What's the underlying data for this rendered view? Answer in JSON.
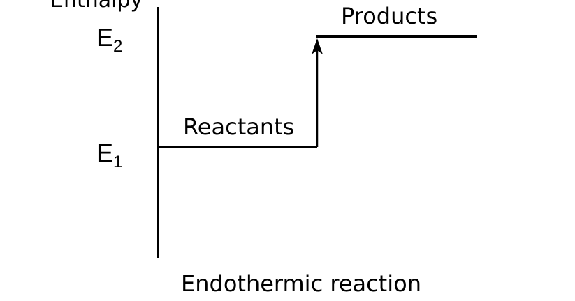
{
  "axis": {
    "title": "Enthalpy"
  },
  "levels": {
    "upper": {
      "symbol": "E",
      "subscript": "2",
      "label": "Products"
    },
    "lower": {
      "symbol": "E",
      "subscript": "1",
      "label": "Reactants"
    }
  },
  "caption": "Endothermic reaction",
  "colors": {
    "line": "#000000",
    "background": "#ffffff"
  }
}
